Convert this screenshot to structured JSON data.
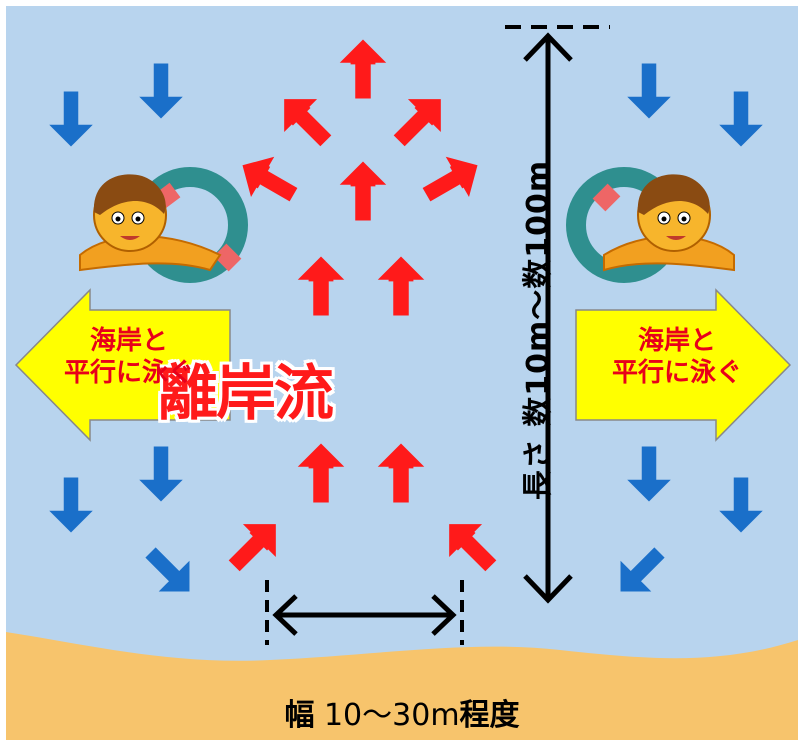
{
  "title": "離岸流",
  "swim_left": {
    "line1": "海岸と",
    "line2": "平行に泳ぐ"
  },
  "swim_right": {
    "line1": "海岸と",
    "line2": "平行に泳ぐ"
  },
  "length_label": "長さ 数10m～数100m",
  "width_label": {
    "bold": "幅",
    "normal": " 10～30m",
    "bold2": "程度"
  },
  "colors": {
    "sea": "#b8d4ee",
    "sand": "#f7c46c",
    "rip_arrow": "#ff1a1a",
    "current_arrow": "#1a6fc9",
    "signpost": "#ffff00",
    "signpost_text": "#e8001a"
  },
  "icons": [
    "swimmer-with-float-left",
    "swimmer-with-float-right"
  ]
}
